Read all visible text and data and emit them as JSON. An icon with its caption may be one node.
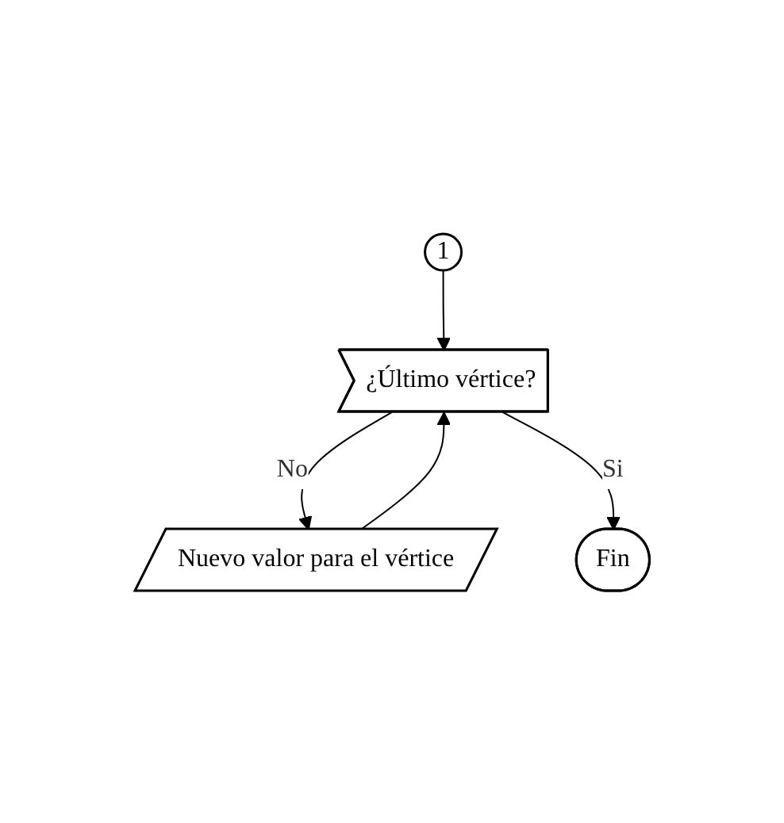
{
  "diagram": {
    "nodes": [
      {
        "text": [
          "1"
        ]
      },
      {
        "text": [
          "¿Último vértice?"
        ]
      },
      {
        "text": [
          "Nuevo valor para el vértice"
        ]
      },
      {
        "text": [
          "Fin"
        ]
      }
    ],
    "edges": [
      {
        "from": 0,
        "to": 1,
        "arrow": "to"
      },
      {
        "from": 1,
        "to": 2,
        "arrow": "to",
        "label": "No"
      },
      {
        "from": 2,
        "to": 1,
        "arrow": "to"
      },
      {
        "from": 1,
        "to": 3,
        "arrow": "to",
        "label": "Si"
      }
    ]
  }
}
